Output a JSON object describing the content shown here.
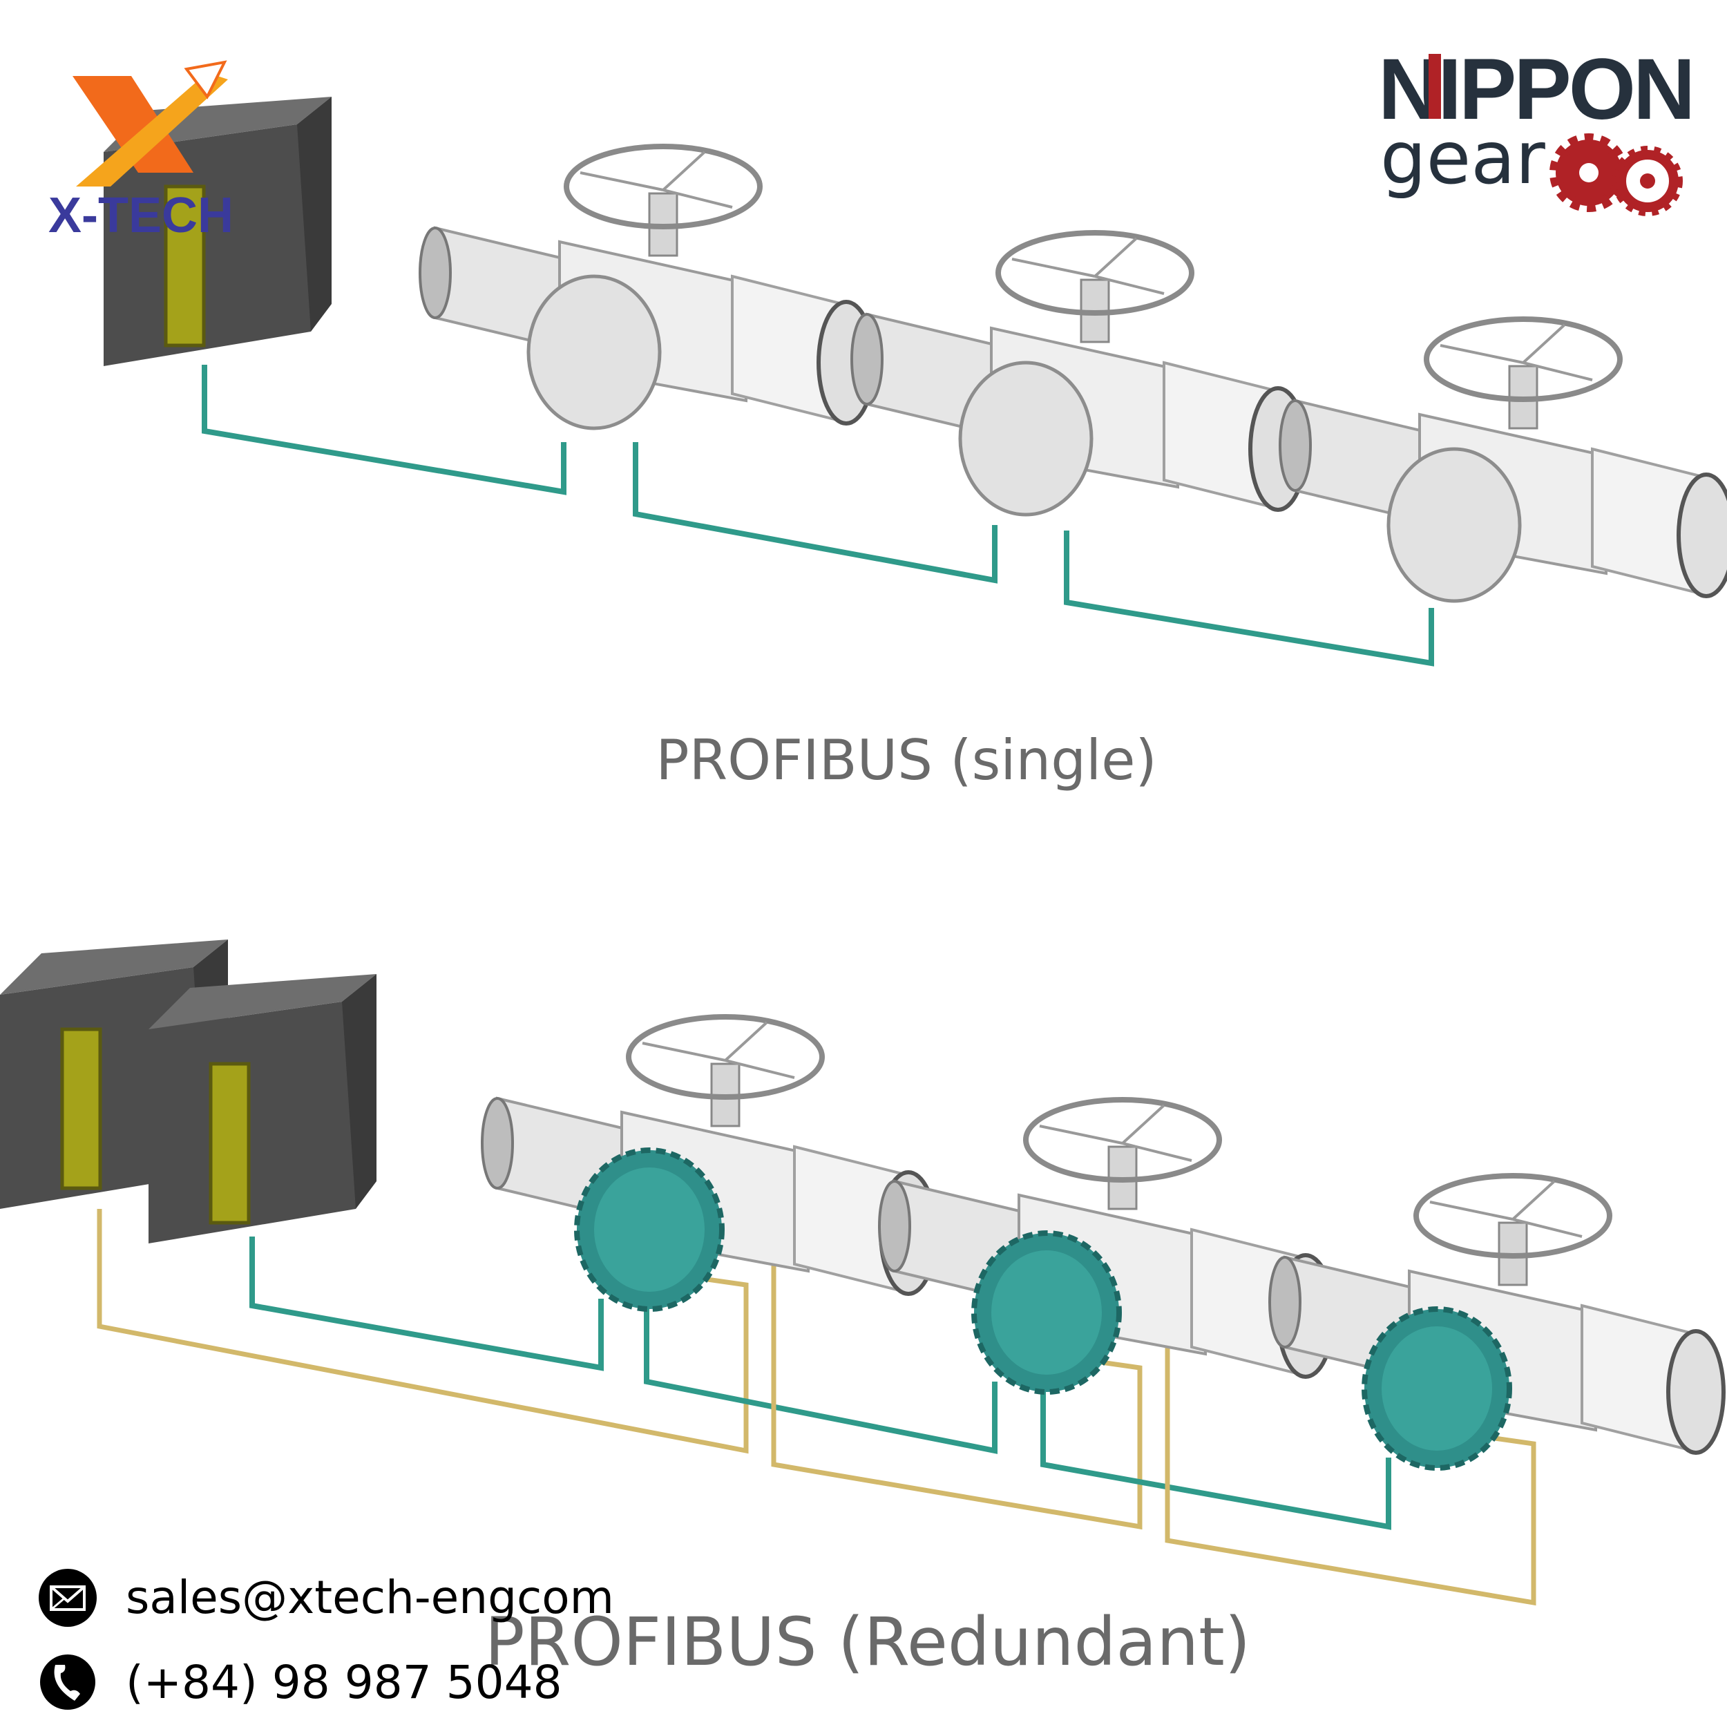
{
  "logos": {
    "xtech": {
      "text": "X-TECH",
      "color": "#3a3a9c",
      "accent": "#f26a1b"
    },
    "nippon": {
      "line1": "NIPPON",
      "line2": "gear",
      "dark": "#26313d",
      "red": "#b02226"
    }
  },
  "diagrams": [
    {
      "caption": "PROFIBUS (single)",
      "cable_colors": [
        "#2f9a8a"
      ]
    },
    {
      "caption": "PROFIBUS (Redundant)",
      "cable_colors": [
        "#2f9a8a",
        "#d2b86a"
      ]
    }
  ],
  "contact": {
    "email": "sales@xtech-engcom",
    "phone": "(+84) 98 987 5048",
    "email_icon": "envelope-icon",
    "phone_icon": "phone-icon"
  }
}
